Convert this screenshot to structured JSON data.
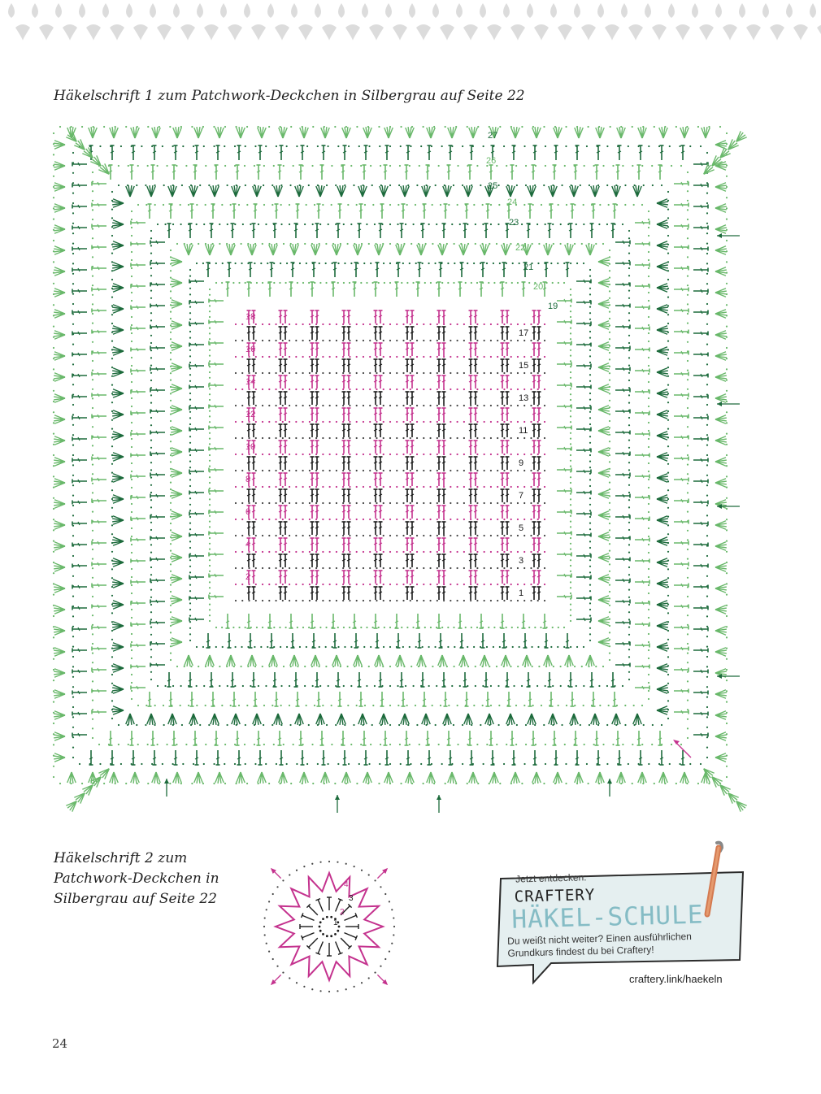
{
  "page": {
    "caption_1": "Häkelschrift 1 zum Patchwork-Deckchen in Silbergrau auf Seite 22",
    "caption_2": "Häkelschrift 2 zum Patchwork-Deckchen in Silbergrau auf Seite 22",
    "page_number": "24"
  },
  "diagram_1": {
    "row_numbers_left": [
      "18",
      "16",
      "14",
      "12",
      "10",
      "8",
      "6",
      "4",
      "2"
    ],
    "row_numbers_right": [
      "17",
      "15",
      "13",
      "11",
      "9",
      "7",
      "5",
      "3",
      "1"
    ],
    "round_numbers": [
      "19",
      "20",
      "21",
      "22",
      "23",
      "24",
      "25",
      "26",
      "27"
    ]
  },
  "diagram_2": {
    "round_numbers": [
      "1",
      "2",
      "3",
      "4"
    ]
  },
  "promo": {
    "kicker": "Jetzt entdecken:",
    "brand": "CRAFTERY",
    "headline": "HÄKEL-SCHULE",
    "text": "Du weißt nicht weiter? Einen ausführlichen Grundkurs findest du bei Craftery!",
    "link": "craftery.link/haekeln"
  },
  "colors": {
    "magenta": "#c4328e",
    "dark_green": "#1d6b3c",
    "light_green": "#69b86a",
    "border_grey": "#dcdcdc",
    "card_bg": "#e5eff0",
    "headline_blue": "#85bcc5"
  },
  "icons": {
    "top_border": "drop-pattern",
    "hook": "crochet-hook-icon",
    "arrow": "direction-arrow-icon"
  }
}
